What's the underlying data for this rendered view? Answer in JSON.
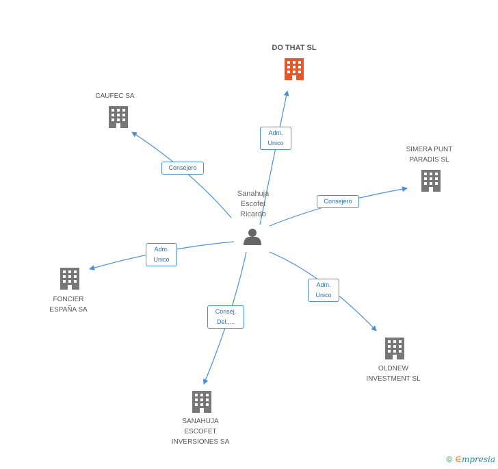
{
  "center": {
    "name": "Sanahuja\nEscofet\nRicardo",
    "icon": "person-icon"
  },
  "companies": [
    {
      "id": "do-that",
      "name": "DO THAT SL",
      "main": true,
      "color": "#e8572a",
      "icon": "building-icon"
    },
    {
      "id": "caufec",
      "name": "CAUFEC SA",
      "main": false,
      "color": "#777777",
      "icon": "building-icon"
    },
    {
      "id": "simera",
      "name": "SIMERA PUNT\nPARADIS SL",
      "main": false,
      "color": "#777777",
      "icon": "building-icon"
    },
    {
      "id": "foncier",
      "name": "FONCIER\nESPAÑA SA",
      "main": false,
      "color": "#777777",
      "icon": "building-icon"
    },
    {
      "id": "oldnew",
      "name": "OLDNEW\nINVESTMENT SL",
      "main": false,
      "color": "#777777",
      "icon": "building-icon"
    },
    {
      "id": "sanahuja",
      "name": "SANAHUJA\nESCOFET\nINVERSIONES SA",
      "main": false,
      "color": "#777777",
      "icon": "building-icon"
    }
  ],
  "relations": [
    {
      "to": "do-that",
      "label": "Adm.\nUnico"
    },
    {
      "to": "caufec",
      "label": "Consejero"
    },
    {
      "to": "simera",
      "label": "Consejero"
    },
    {
      "to": "foncier",
      "label": "Adm.\nUnico"
    },
    {
      "to": "oldnew",
      "label": "Adm.\nUnico"
    },
    {
      "to": "sanahuja",
      "label": "Consej.\nDel.,..."
    }
  ],
  "footer": {
    "copyright": "©",
    "brand_initial": "∈",
    "brand_rest": "mpresia"
  },
  "colors": {
    "edge": "#4a90d9",
    "main_company": "#e8572a",
    "company": "#777777",
    "person": "#666666"
  }
}
